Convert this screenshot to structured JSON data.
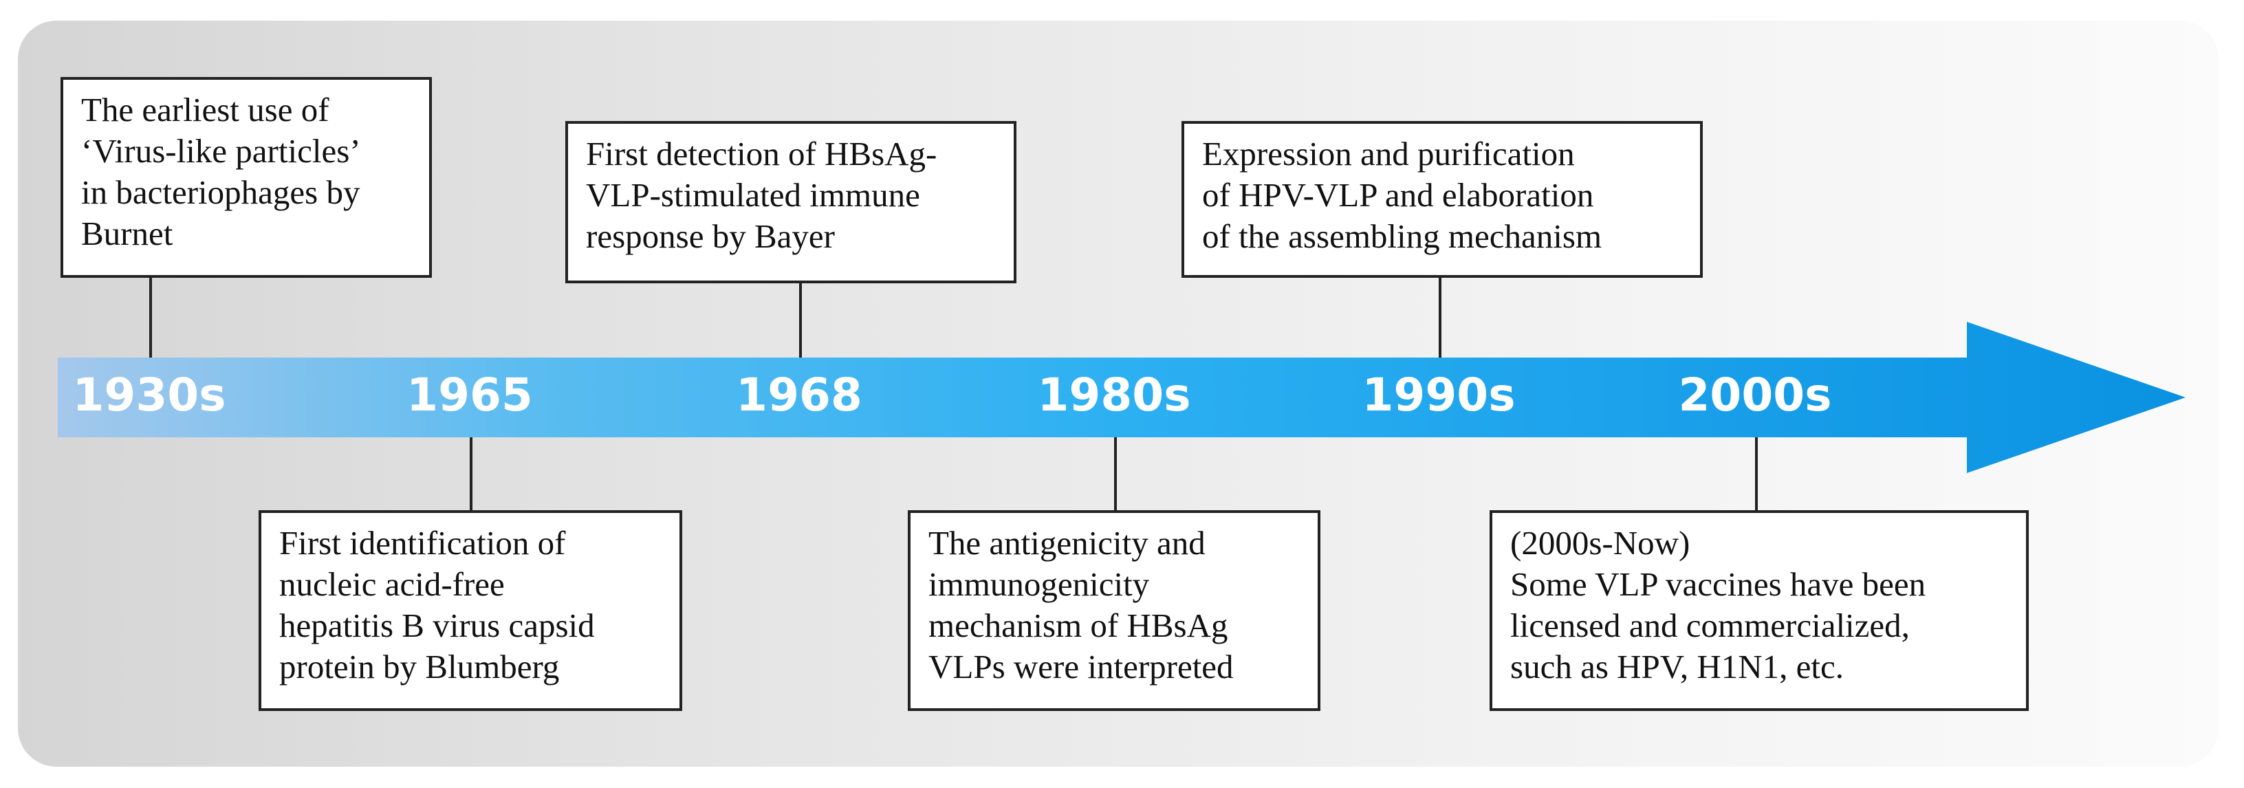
{
  "timeline": {
    "years": [
      "1930s",
      "1965",
      "1968",
      "1980s",
      "1990s",
      "2000s"
    ],
    "events": [
      {
        "year": "1930s",
        "lines": [
          "The earliest use of",
          "‘Virus-like particles’",
          "in bacteriophages by",
          "Burnet"
        ]
      },
      {
        "year": "1965",
        "lines": [
          "First identification of",
          "nucleic acid-free",
          "hepatitis B virus capsid",
          "protein by Blumberg"
        ]
      },
      {
        "year": "1968",
        "lines": [
          "First detection of HBsAg-",
          "VLP-stimulated immune",
          "response by Bayer"
        ]
      },
      {
        "year": "1980s",
        "lines": [
          "The antigenicity and",
          "immunogenicity",
          "mechanism of HBsAg",
          "VLPs were interpreted"
        ]
      },
      {
        "year": "1990s",
        "lines": [
          "Expression and purification",
          "of HPV-VLP and elaboration",
          "of the assembling mechanism"
        ]
      },
      {
        "year": "2000s",
        "lines": [
          "(2000s-Now)",
          "Some VLP vaccines have been",
          "licensed and commercialized,",
          "such as HPV, H1N1, etc."
        ]
      }
    ]
  },
  "colors": {
    "arrow_start": "#a4c8ec",
    "arrow_mid": "#2cb0f2",
    "arrow_end": "#0a92e2",
    "box_border": "#222222"
  }
}
